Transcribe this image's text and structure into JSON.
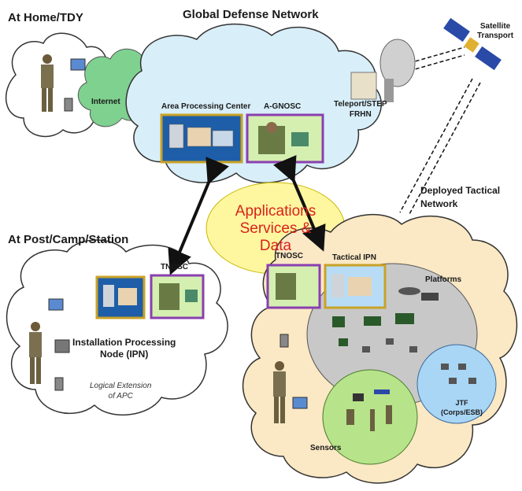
{
  "labels": {
    "home": "At Home/TDY",
    "gdn": "Global Defense Network",
    "satellite": "Satellite\nTransport",
    "internet": "Internet",
    "apc": "Area Processing Center",
    "agnosc": "A-GNOSC",
    "teleport": "Teleport/STEP\nFRHN",
    "apps_line1": "Applications",
    "apps_line2": "Services &",
    "apps_line3": "Data",
    "deployed": "Deployed Tactical\nNetwork",
    "post": "At Post/Camp/Station",
    "tnosc_left": "TNOSC",
    "tnosc_right": "TNOSC",
    "tactical_ipn": "Tactical IPN",
    "platforms": "Platforms",
    "ipn": "Installation Processing\nNode (IPN)",
    "logical": "Logical Extension\nof APC",
    "jtf": "JTF\n(Corps/ESB)",
    "sensors": "Sensors"
  },
  "colors": {
    "apc_border": "#c9a227",
    "gnosc_border": "#8a3fb0",
    "gdn_cloud": "#d8eef8",
    "internet_cloud": "#7fd18f",
    "apps_ellipse": "#fff6a0",
    "tactical_cloud": "#fbe8c4",
    "platforms_ellipse": "#c8c8c8",
    "sensors_circle": "#b7e38a",
    "jtf_circle": "#a9d6f5",
    "apps_text": "#d8231b"
  }
}
